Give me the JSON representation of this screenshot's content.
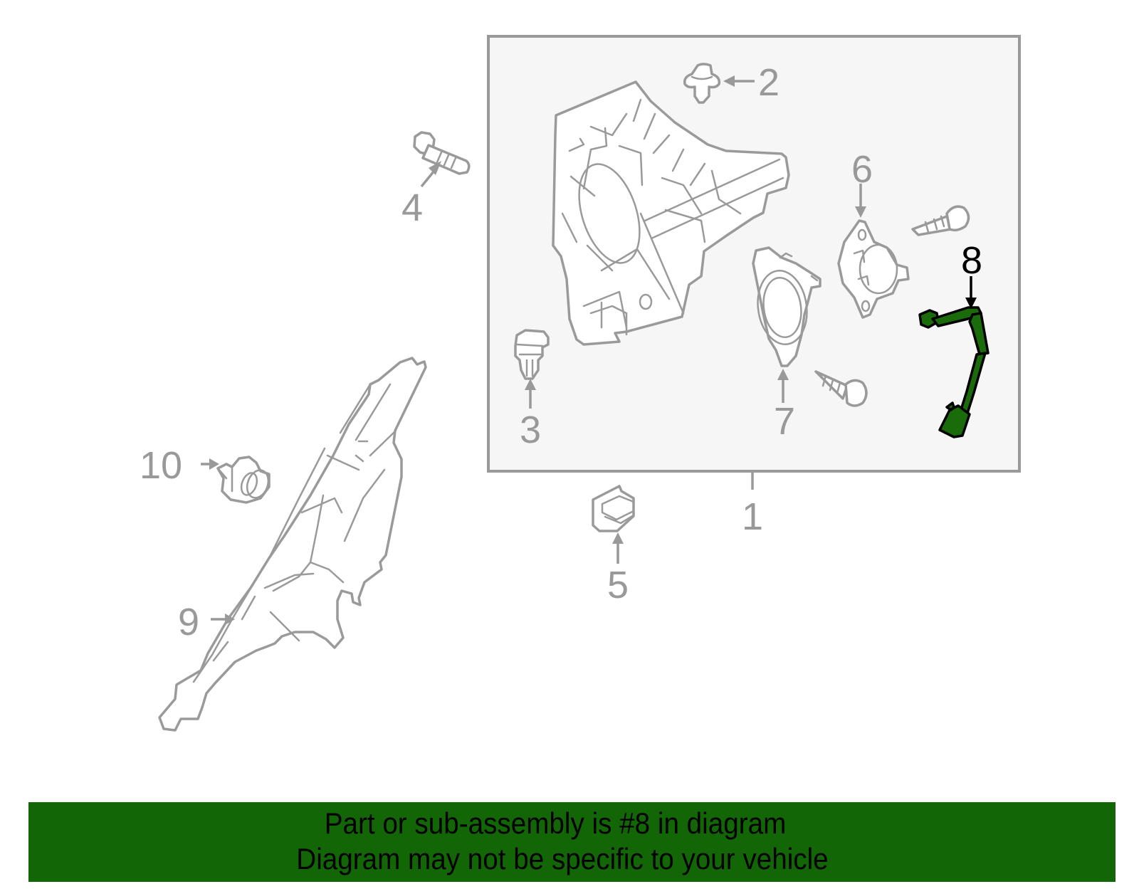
{
  "diagram": {
    "highlighted_part": "8",
    "highlight_color": "#1a6b0a",
    "frame_fill": "#f6f6f6",
    "frame_stroke": "#999999",
    "callouts": [
      {
        "id": "1",
        "label": "1",
        "part": "Speaker bracket assembly (sub-assembly frame)"
      },
      {
        "id": "2",
        "label": "2",
        "part": "Push clip"
      },
      {
        "id": "3",
        "label": "3",
        "part": "Retainer clip"
      },
      {
        "id": "4",
        "label": "4",
        "part": "Bolt"
      },
      {
        "id": "5",
        "label": "5",
        "part": "Clip"
      },
      {
        "id": "6",
        "label": "6",
        "part": "Speaker"
      },
      {
        "id": "7",
        "label": "7",
        "part": "Speaker bracket"
      },
      {
        "id": "8",
        "label": "8",
        "part": "Wire harness"
      },
      {
        "id": "9",
        "label": "9",
        "part": "Pillar trim panel"
      },
      {
        "id": "10",
        "label": "10",
        "part": "Push retainer"
      }
    ]
  },
  "banner": {
    "line1": "Part or sub-assembly is #8 in diagram",
    "line2": "Diagram may not be specific to your vehicle",
    "background": "#136606"
  }
}
